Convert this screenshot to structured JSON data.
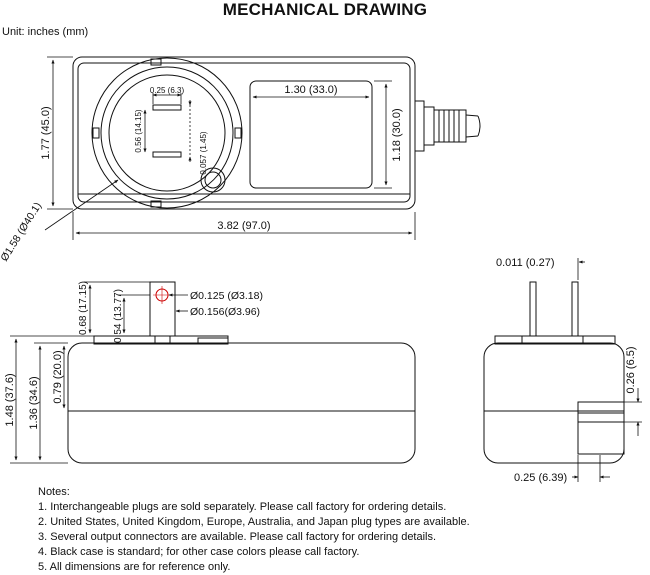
{
  "title": "MECHANICAL DRAWING",
  "unit_label": "Unit: inches (mm)",
  "dimensions": {
    "height_top": "1.77 (45.0)",
    "circle_diameter": "Ø1.58 (Ø40.1)",
    "prong_spacing": "0.25 (6.3)",
    "prong_length": "0.56 (14.15)",
    "prong_thickness": "0.057 (1.45)",
    "label_width": "1.30 (33.0)",
    "label_height": "1.18 (30.0)",
    "overall_length": "3.82 (97.0)",
    "plug_height": "0.68 (17.15)",
    "hole_height": "0.54 (13.77)",
    "hole_small": "Ø0.125 (Ø3.18)",
    "hole_large": "Ø0.156(Ø3.96)",
    "overall_height": "1.48 (37.6)",
    "body_height": "1.36 (34.6)",
    "case_step": "0.79 (20.0)",
    "prong_width_side": "0.011 (0.27)",
    "cord_height": "0.26 (6.5)",
    "cord_width": "0.25 (6.39)"
  },
  "notes": {
    "heading": "Notes:",
    "items": [
      "1. Interchangeable plugs are sold separately.  Please call factory for ordering details.",
      "2. United States, United Kingdom, Europe, Australia, and Japan plug types are available.",
      "3. Several output connectors are available.  Please call factory for ordering details.",
      "4. Black case is standard; for other case colors please call factory.",
      "5. All dimensions are for reference only."
    ]
  }
}
